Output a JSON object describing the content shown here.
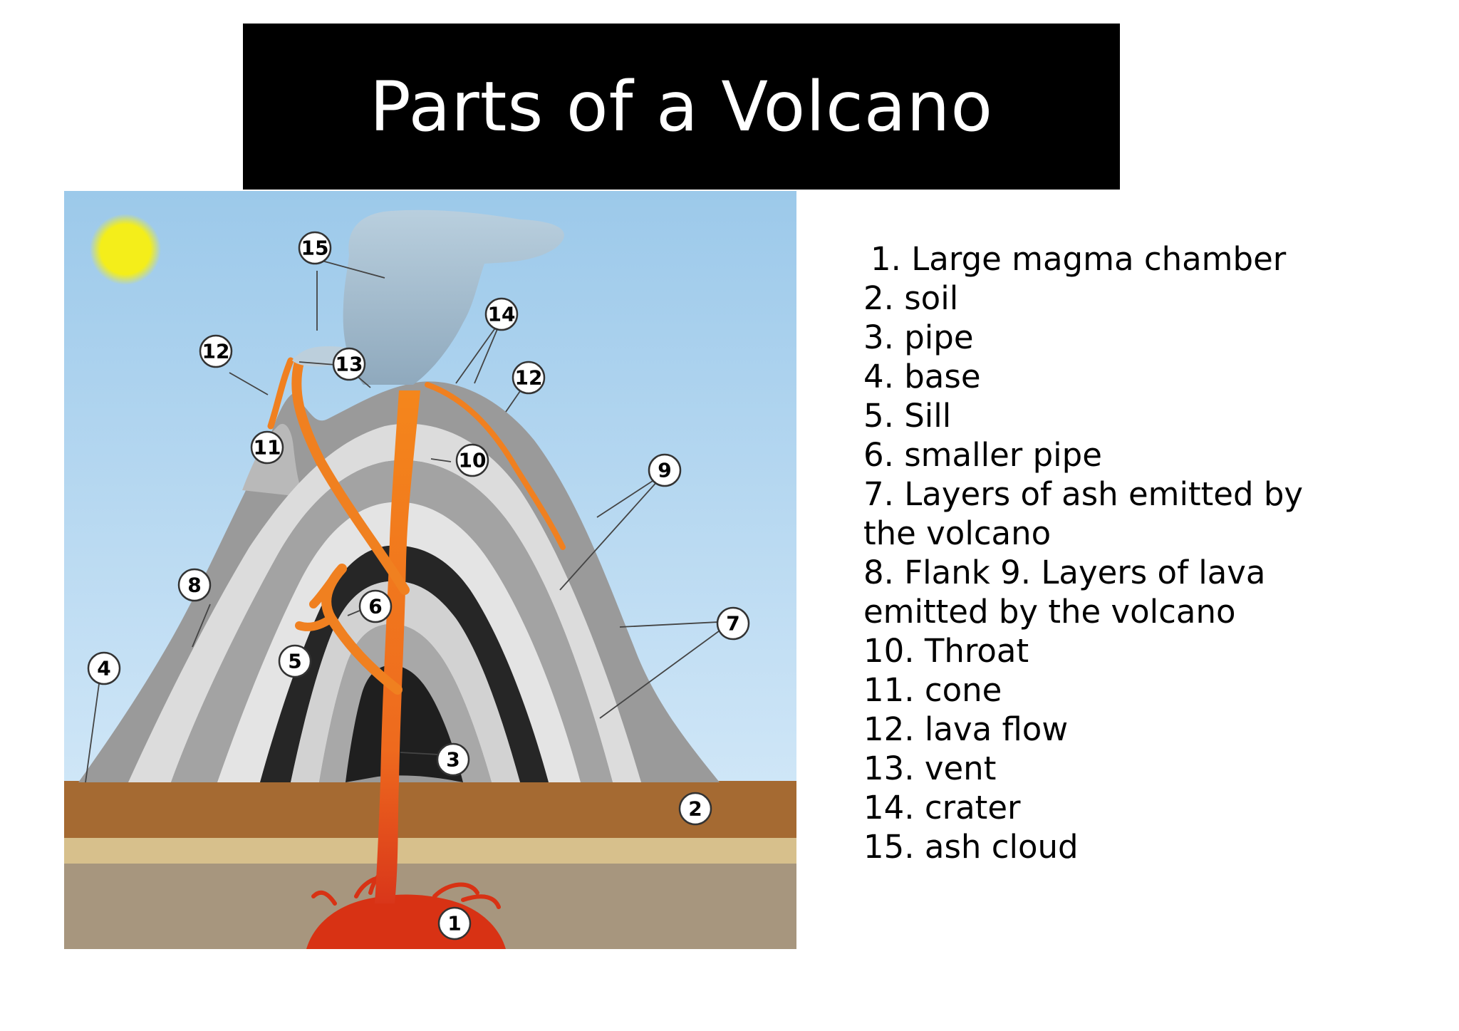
{
  "title": "Parts of a Volcano",
  "colors": {
    "sky_top": "#9cc9ea",
    "sky_bottom": "#c9e3f6",
    "sun": "#f4ee1a",
    "lava": "#f08020",
    "magma": "#d83214",
    "soil": "#a56a32",
    "sand": "#d7c08c",
    "bedrock": "#a7967e",
    "ash_layer": "#8f8f8f",
    "lava_layer": "#262626",
    "light_layer": "#dcdcdc",
    "smoke": "#a9c2d4"
  },
  "callouts": [
    {
      "id": "callout-15",
      "label": "15"
    },
    {
      "id": "callout-14",
      "label": "14"
    },
    {
      "id": "callout-13",
      "label": "13"
    },
    {
      "id": "callout-12a",
      "label": "12"
    },
    {
      "id": "callout-12b",
      "label": "12"
    },
    {
      "id": "callout-11",
      "label": "11"
    },
    {
      "id": "callout-10",
      "label": "10"
    },
    {
      "id": "callout-9",
      "label": "9"
    },
    {
      "id": "callout-8",
      "label": "8"
    },
    {
      "id": "callout-7",
      "label": "7"
    },
    {
      "id": "callout-6",
      "label": "6"
    },
    {
      "id": "callout-5",
      "label": "5"
    },
    {
      "id": "callout-4",
      "label": "4"
    },
    {
      "id": "callout-3",
      "label": "3"
    },
    {
      "id": "callout-2",
      "label": "2"
    },
    {
      "id": "callout-1",
      "label": "1"
    }
  ],
  "legend": [
    "1. Large magma chamber",
    "2. soil",
    "3. pipe",
    "4. base",
    "5. Sill",
    "6. smaller pipe",
    "7. Layers of ash emitted by",
    "the volcano",
    "8. Flank 9. Layers of lava",
    "emitted by the volcano",
    "10. Throat",
    "11. cone",
    "12. lava flow",
    "13. vent",
    "14. crater",
    "15. ash cloud"
  ]
}
